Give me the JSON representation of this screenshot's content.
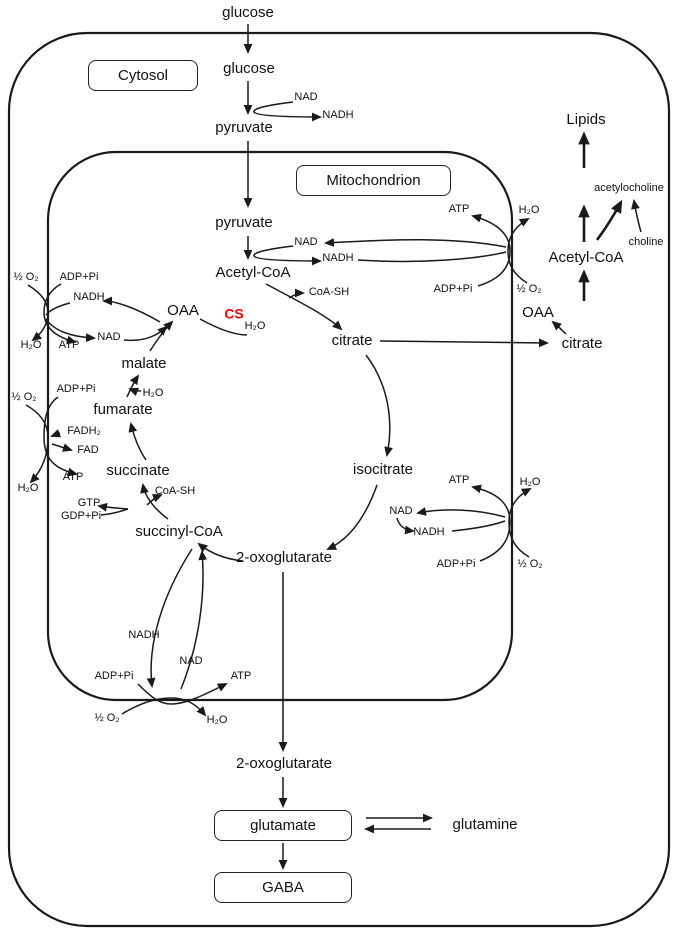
{
  "figure": {
    "compartments": {
      "cytosol": "Cytosol",
      "mitochondrion": "Mitochondrion"
    },
    "glycolysis": {
      "glucose_extracellular": "glucose",
      "glucose": "glucose",
      "pyruvate": "pyruvate"
    },
    "mito": {
      "pyruvate": "pyruvate",
      "acetyl_coa": "Acetyl-CoA"
    },
    "tca": {
      "oaa": "OAA",
      "cs": "CS",
      "citrate": "citrate",
      "isocitrate": "isocitrate",
      "oxoglutarate": "2-oxoglutarate",
      "succinyl_coa": "succinyl-CoA",
      "succinate": "succinate",
      "fumarate": "fumarate",
      "malate": "malate"
    },
    "cofactors": {
      "nad": "NAD",
      "nadh": "NADH",
      "atp": "ATP",
      "adp_pi": "ADP+Pi",
      "half_o2": "½ O₂",
      "h2o": "H₂O",
      "coa_sh": "CoA-SH",
      "fadh2": "FADH₂",
      "fad": "FAD",
      "gtp": "GTP",
      "gdp_pi": "GDP+Pi"
    },
    "cytosol_right": {
      "citrate": "citrate",
      "oaa": "OAA",
      "acetyl_coa": "Acetyl-CoA",
      "lipids": "Lipids",
      "acetylocholine": "acetylocholine",
      "choline": "choline"
    },
    "glutamate_branch": {
      "oxoglutarate": "2-oxoglutarate",
      "glutamate": "glutamate",
      "glutamine": "glutamine",
      "gaba": "GABA"
    },
    "colors": {
      "enzyme_red": "#ff0000",
      "line": "#1a1a1a",
      "background": "#ffffff"
    }
  }
}
